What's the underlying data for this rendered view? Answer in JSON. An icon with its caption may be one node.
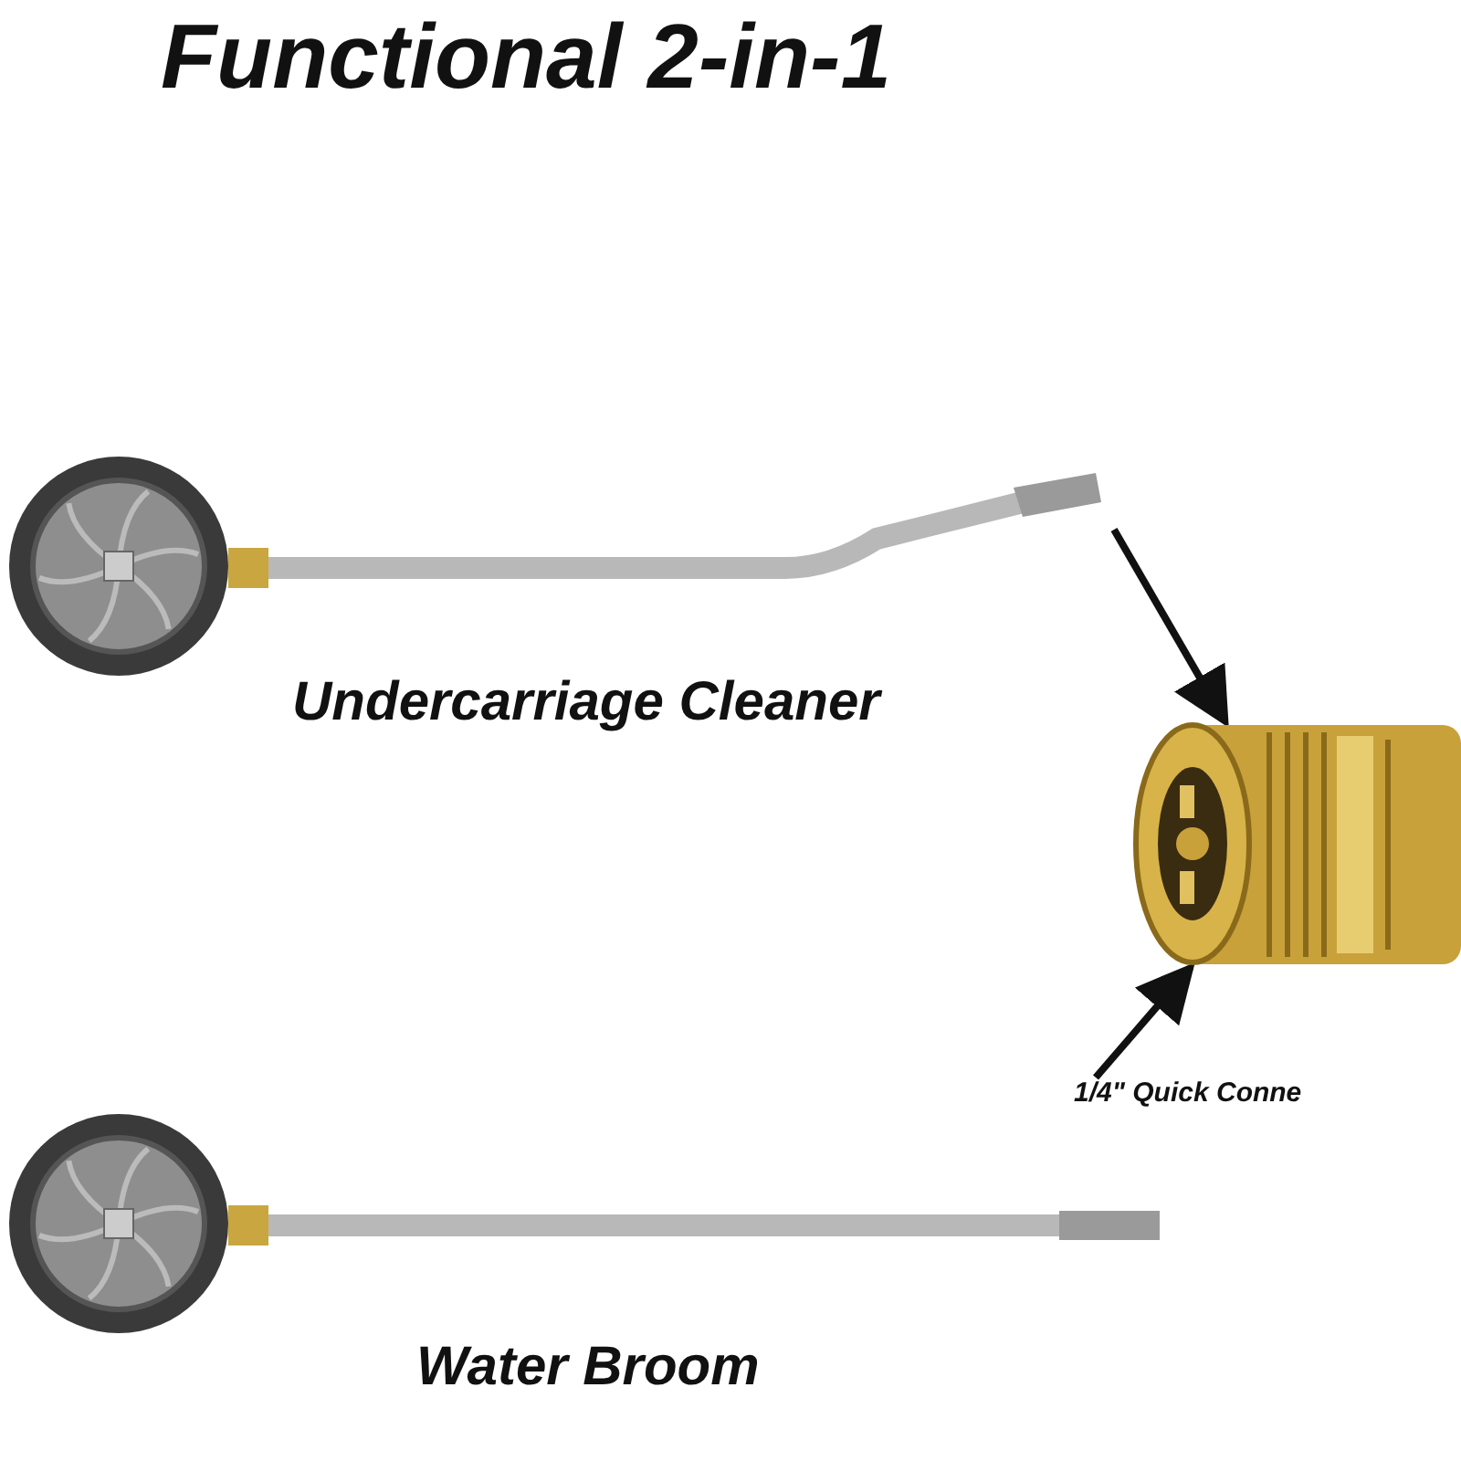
{
  "diagram": {
    "title": "Functional 2-in-1",
    "nodes": [
      {
        "text": [],
        "shape": "picture",
        "beside": [
          "Undercarriage Cleaner"
        ]
      },
      {
        "text": [],
        "shape": "picture"
      },
      {
        "text": [
          "1/4\" Quick Conne"
        ]
      },
      {
        "text": [],
        "shape": "picture",
        "beside": [
          "Water Broom"
        ]
      }
    ],
    "edges": [
      {
        "from": 0,
        "to": 1,
        "arrow": "to"
      },
      {
        "from": 2,
        "to": 1,
        "arrow": "to"
      }
    ]
  }
}
